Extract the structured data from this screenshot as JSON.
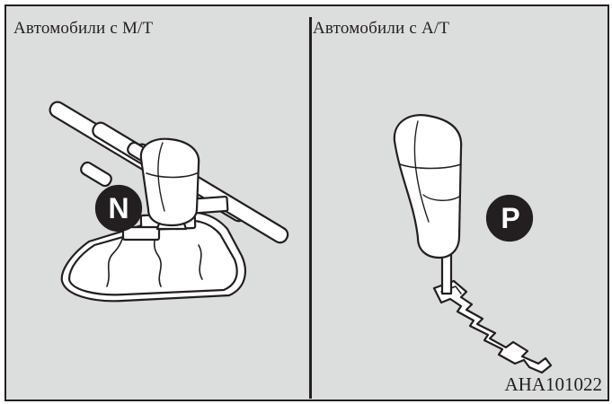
{
  "panels": {
    "left": {
      "title": "Автомобили с M/T",
      "badge": "N"
    },
    "right": {
      "title": "Автомобили с A/T",
      "badge": "P"
    }
  },
  "figure_code": "AHA101022",
  "colors": {
    "background": "#dcdddd",
    "ink": "#231f20",
    "fill": "#ffffff"
  }
}
